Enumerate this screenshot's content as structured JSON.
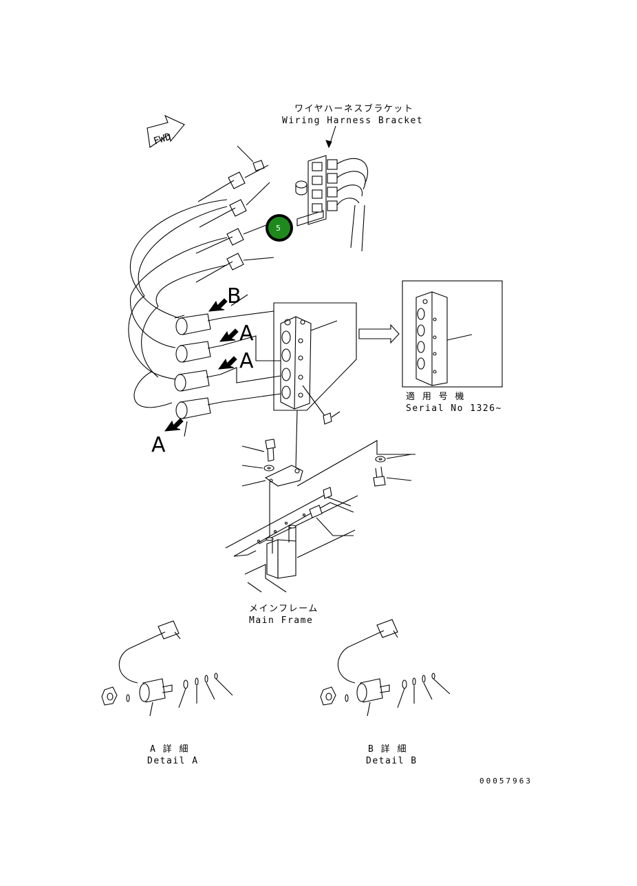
{
  "labels": {
    "bracket_jp": "ワイヤハーネスブラケット",
    "bracket_en": "Wiring Harness Bracket",
    "fwd": "FWD",
    "serial_jp": "適 用 号 機",
    "serial_en": "Serial No 1326~",
    "frame_jp": "メインフレーム",
    "frame_en": "Main Frame",
    "detail_a_jp": "A 詳 細",
    "detail_a_en": "Detail A",
    "detail_b_jp": "B 詳 細",
    "detail_b_en": "Detail B",
    "drawing_no": "00057963",
    "arrow_letters": [
      "B",
      "A",
      "A",
      "A"
    ]
  },
  "callout": {
    "number": "5",
    "color": "#1e8a1e"
  }
}
